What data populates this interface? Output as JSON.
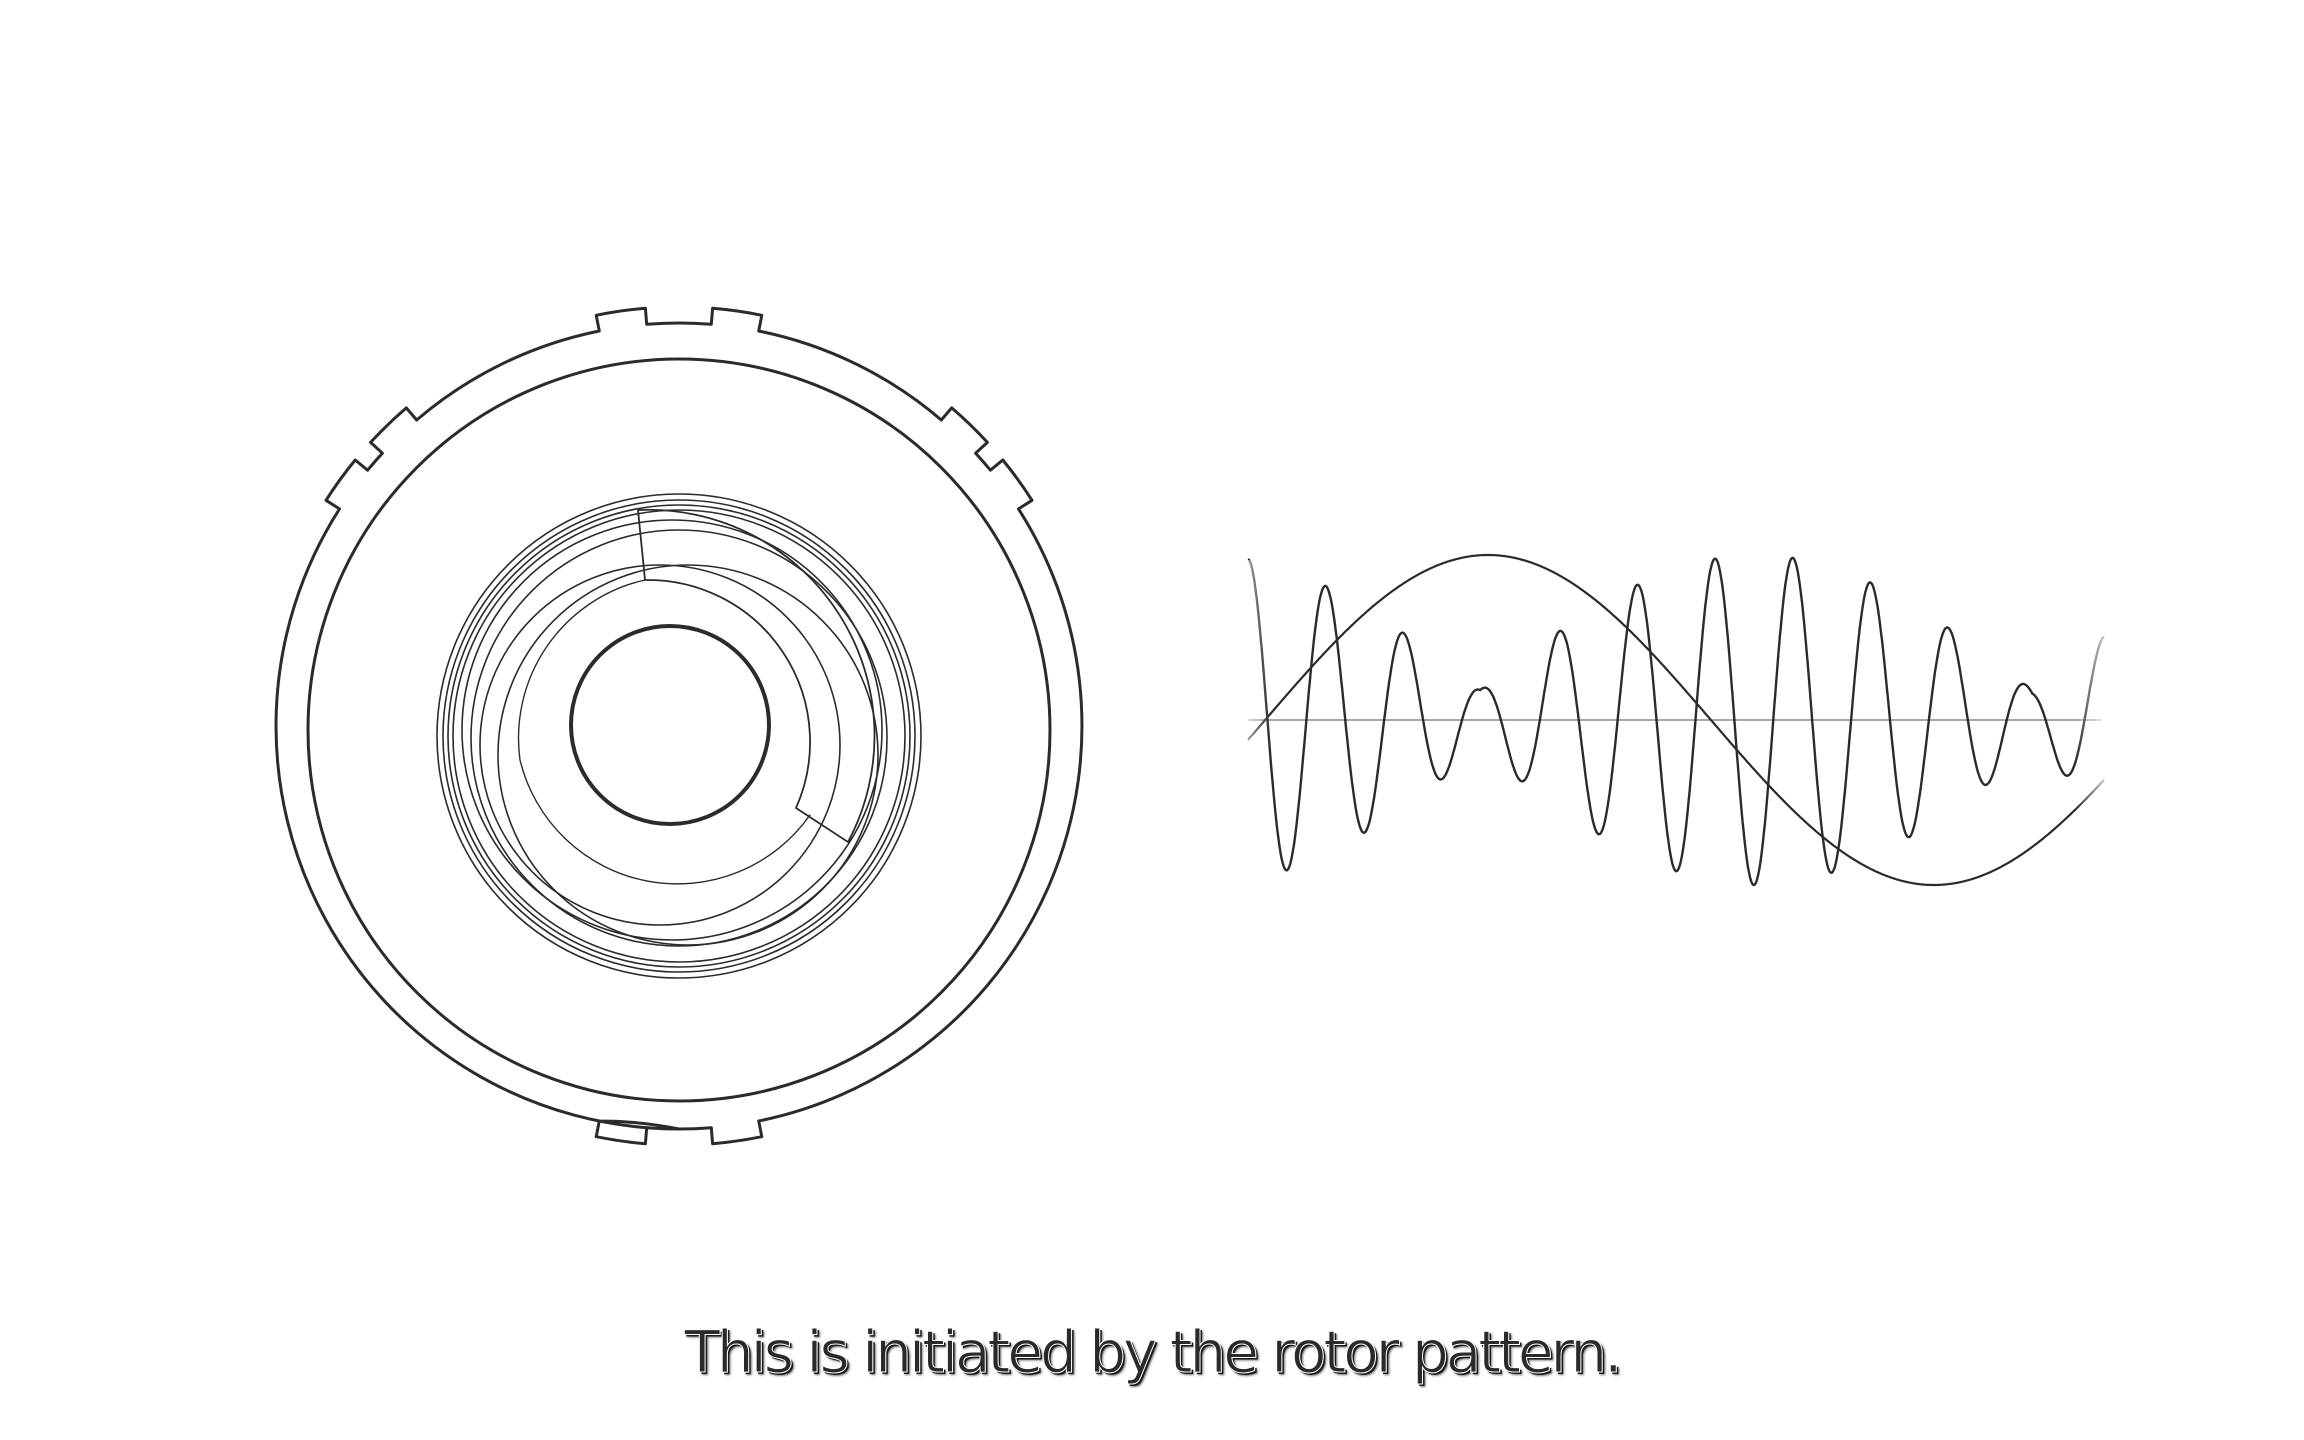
{
  "caption": "This is initiated by the rotor pattern.",
  "colors": {
    "background": "#ffffff",
    "line": "#2b2b2b",
    "axis": "#8a8a8a"
  },
  "figures": {
    "left": "rotor-diagram",
    "right": "modulated-waveform"
  }
}
